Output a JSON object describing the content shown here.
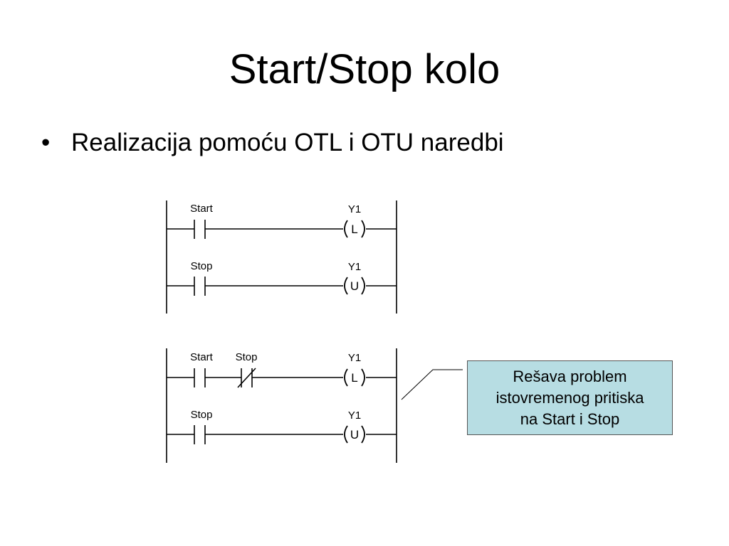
{
  "slide": {
    "title": "Start/Stop kolo",
    "bullet": "Realizacija pomoću OTL i OTU naredbi"
  },
  "diagrams": [
    {
      "rungs": [
        {
          "contacts": [
            {
              "label": "Start",
              "type": "NO"
            }
          ],
          "coil_label": "Y1",
          "coil_letter": "L"
        },
        {
          "contacts": [
            {
              "label": "Stop",
              "type": "NO"
            }
          ],
          "coil_label": "Y1",
          "coil_letter": "U"
        }
      ]
    },
    {
      "rungs": [
        {
          "contacts": [
            {
              "label": "Start",
              "type": "NO"
            },
            {
              "label": "Stop",
              "type": "NC"
            }
          ],
          "coil_label": "Y1",
          "coil_letter": "L"
        },
        {
          "contacts": [
            {
              "label": "Stop",
              "type": "NO"
            }
          ],
          "coil_label": "Y1",
          "coil_letter": "U"
        }
      ]
    }
  ],
  "callout": {
    "lines": [
      "Rešava problem",
      "istovremenog pritiska",
      "na Start i Stop"
    ],
    "fill": "#b7dde3"
  }
}
